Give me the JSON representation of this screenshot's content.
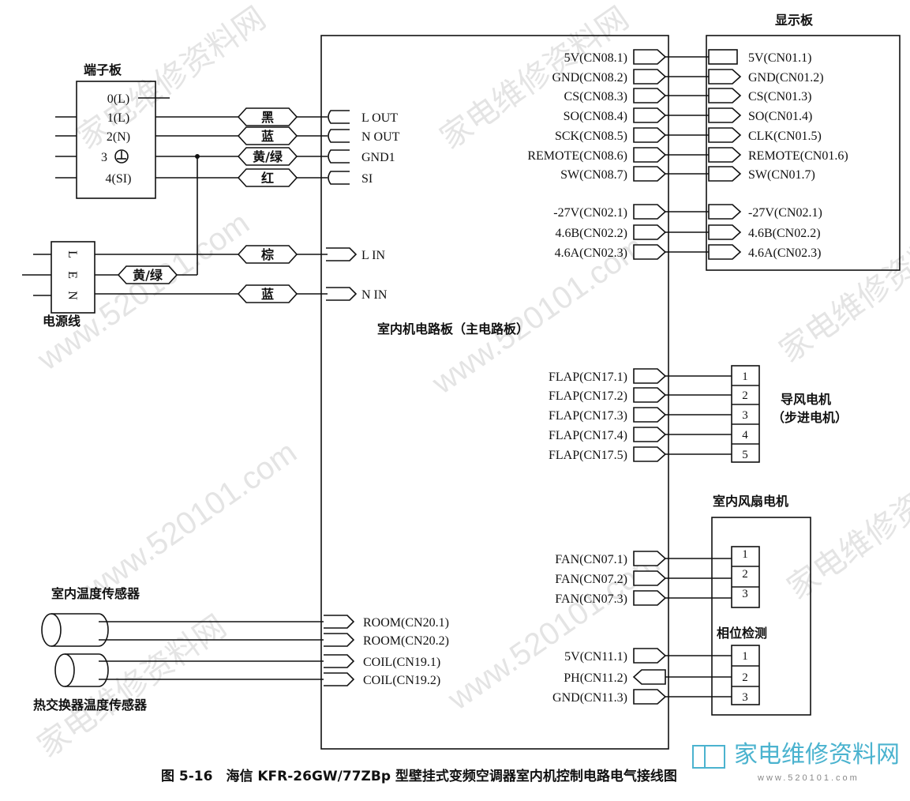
{
  "terminal_board": {
    "title": "端子板",
    "rows": [
      "0(L)",
      "1(L)",
      "2(N)",
      "3 ⏚",
      "4(SI)"
    ]
  },
  "wire_colors": [
    "黑",
    "蓝",
    "黄/绿",
    "红"
  ],
  "main_board": {
    "title": "室内机电路板（主电路板）",
    "left_pins_top": [
      "L OUT",
      "N OUT",
      "GND1",
      "SI"
    ],
    "power_pins": [
      "L IN",
      "N IN"
    ],
    "sensor_pins": [
      "ROOM(CN20.1)",
      "ROOM(CN20.2)",
      "COIL(CN19.1)",
      "COIL(CN19.2)"
    ],
    "display_pins": [
      "5V(CN08.1)",
      "GND(CN08.2)",
      "CS(CN08.3)",
      "SO(CN08.4)",
      "SCK(CN08.5)",
      "REMOTE(CN08.6)",
      "SW(CN08.7)"
    ],
    "cn02_pins": [
      "-27V(CN02.1)",
      "4.6B(CN02.2)",
      "4.6A(CN02.3)"
    ],
    "flap_pins": [
      "FLAP(CN17.1)",
      "FLAP(CN17.2)",
      "FLAP(CN17.3)",
      "FLAP(CN17.4)",
      "FLAP(CN17.5)"
    ],
    "fan_pins": [
      "FAN(CN07.1)",
      "FAN(CN07.2)",
      "FAN(CN07.3)"
    ],
    "phase_pins": [
      "5V(CN11.1)",
      "PH(CN11.2)",
      "GND(CN11.3)"
    ]
  },
  "power_cord": {
    "title": "电源线",
    "letters": [
      "L",
      "E",
      "N"
    ],
    "wires": [
      "棕",
      "蓝"
    ],
    "ground_wire": "黄/绿"
  },
  "display_board": {
    "title": "显示板",
    "pins": [
      "5V(CN01.1)",
      "GND(CN01.2)",
      "CS(CN01.3)",
      "SO(CN01.4)",
      "CLK(CN01.5)",
      "REMOTE(CN01.6)",
      "SW(CN01.7)",
      "-27V(CN02.1)",
      "4.6B(CN02.2)",
      "4.6A(CN02.3)"
    ]
  },
  "flap_motor": {
    "title_line1": "导风电机",
    "title_line2": "（步进电机）",
    "pins": [
      "1",
      "2",
      "3",
      "4",
      "5"
    ]
  },
  "fan_motor": {
    "title": "室内风扇电机",
    "pins": [
      "1",
      "2",
      "3"
    ],
    "phase_title": "相位检测",
    "phase_pins": [
      "1",
      "2",
      "3"
    ]
  },
  "sensors": {
    "room": "室内温度传感器",
    "coil": "热交换器温度传感器"
  },
  "caption": "图 5-16　海信 KFR-26GW/77ZBp 型壁挂式变频空调器室内机控制电路电气接线图",
  "watermark": {
    "site": "www.520101.com",
    "name": "家电维修资料网",
    "logo": "家电维修资料网",
    "logo_sub": "www.520101.com"
  }
}
